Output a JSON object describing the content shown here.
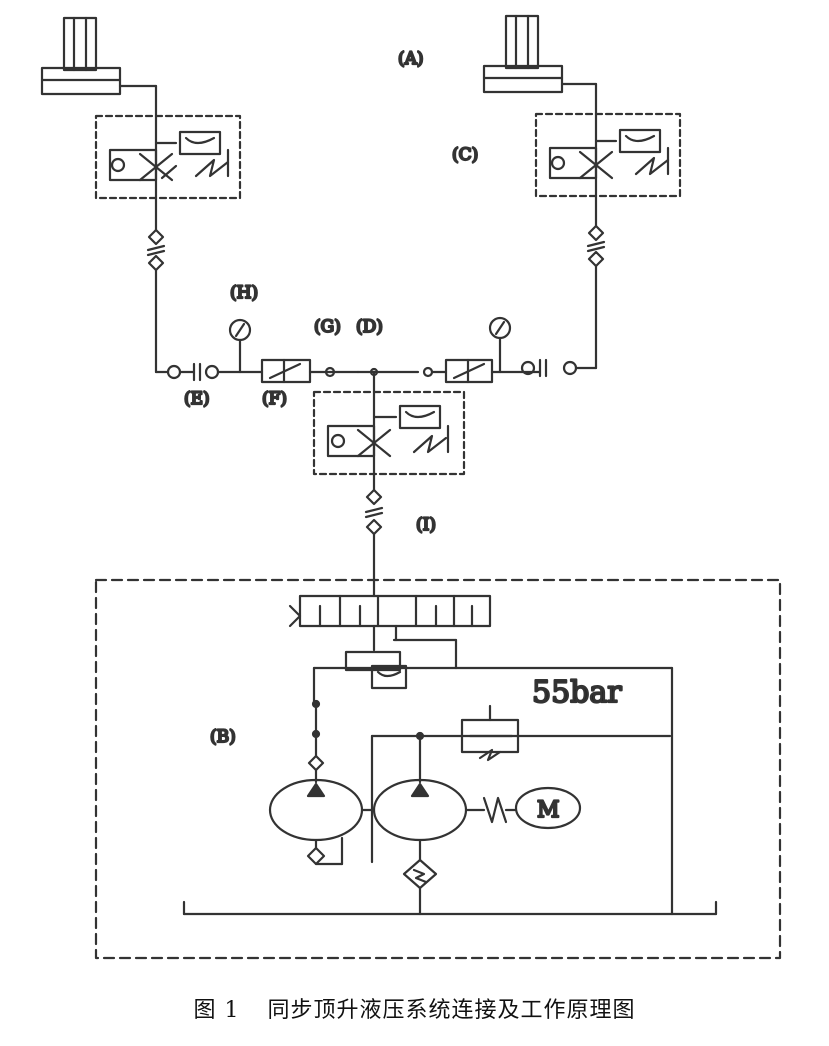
{
  "labels": {
    "A": "(A)",
    "C": "(C)",
    "H": "(H)",
    "G": "(G)",
    "D": "(D)",
    "E": "(E)",
    "F": "(F)",
    "I": "(I)",
    "B": "(B)"
  },
  "pressure_setting": "55bar",
  "motor_label": "M",
  "caption": {
    "figure_number": "图 1",
    "title": "同步顶升液压系统连接及工作原理图"
  },
  "colors": {
    "line": "#333333",
    "background": "#ffffff"
  }
}
